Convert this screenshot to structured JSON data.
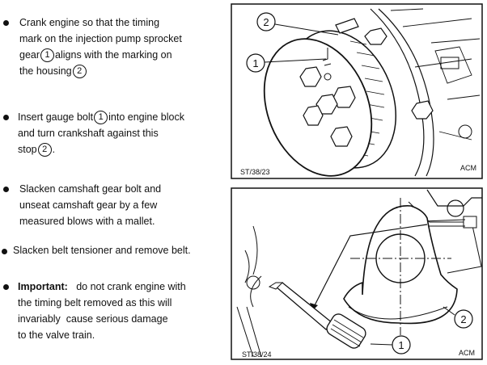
{
  "instructions": [
    {
      "lines": [
        {
          "parts": [
            {
              "t": "Crank engine so that the timing"
            }
          ]
        },
        {
          "parts": [
            {
              "t": "mark on the injection pump sprocket"
            }
          ]
        },
        {
          "parts": [
            {
              "t": "gear"
            },
            {
              "c": "1"
            },
            {
              "t": "aligns with the marking on"
            }
          ]
        },
        {
          "parts": [
            {
              "t": "the housing"
            },
            {
              "c": "2"
            }
          ]
        }
      ]
    },
    {
      "lines": [
        {
          "parts": [
            {
              "t": "Insert gauge bolt"
            },
            {
              "c": "1"
            },
            {
              "t": "into engine block"
            }
          ]
        },
        {
          "parts": [
            {
              "t": "and turn crankshaft against this"
            }
          ]
        },
        {
          "parts": [
            {
              "t": "stop"
            },
            {
              "c": "2"
            },
            {
              "t": "."
            }
          ]
        }
      ]
    },
    {
      "lines": [
        {
          "parts": [
            {
              "t": "Slacken camshaft gear bolt and"
            }
          ]
        },
        {
          "parts": [
            {
              "t": "unseat camshaft gear by a few"
            }
          ]
        },
        {
          "parts": [
            {
              "t": "measured blows with a mallet."
            }
          ]
        }
      ]
    },
    {
      "lines": [
        {
          "parts": [
            {
              "t": "Slacken belt tensioner and remove belt."
            }
          ]
        }
      ]
    },
    {
      "lines": [
        {
          "parts": [
            {
              "em": "Important:"
            },
            {
              "t": "   do not crank engine with"
            }
          ]
        },
        {
          "parts": [
            {
              "t": "the timing belt removed as this will"
            }
          ]
        },
        {
          "parts": [
            {
              "t": "invariably  cause serious damage"
            }
          ]
        },
        {
          "parts": [
            {
              "t": "to the valve train."
            }
          ]
        }
      ]
    }
  ],
  "figures": {
    "top": {
      "code": "ST/38/23",
      "credit": "ACM",
      "callouts": [
        "2",
        "1"
      ]
    },
    "bottom": {
      "code": "ST/38/24",
      "credit": "ACM",
      "callouts": [
        "2",
        "1"
      ]
    }
  },
  "icons": {
    "bullet": "filled-circle-bullet",
    "callout": "circled-number"
  }
}
